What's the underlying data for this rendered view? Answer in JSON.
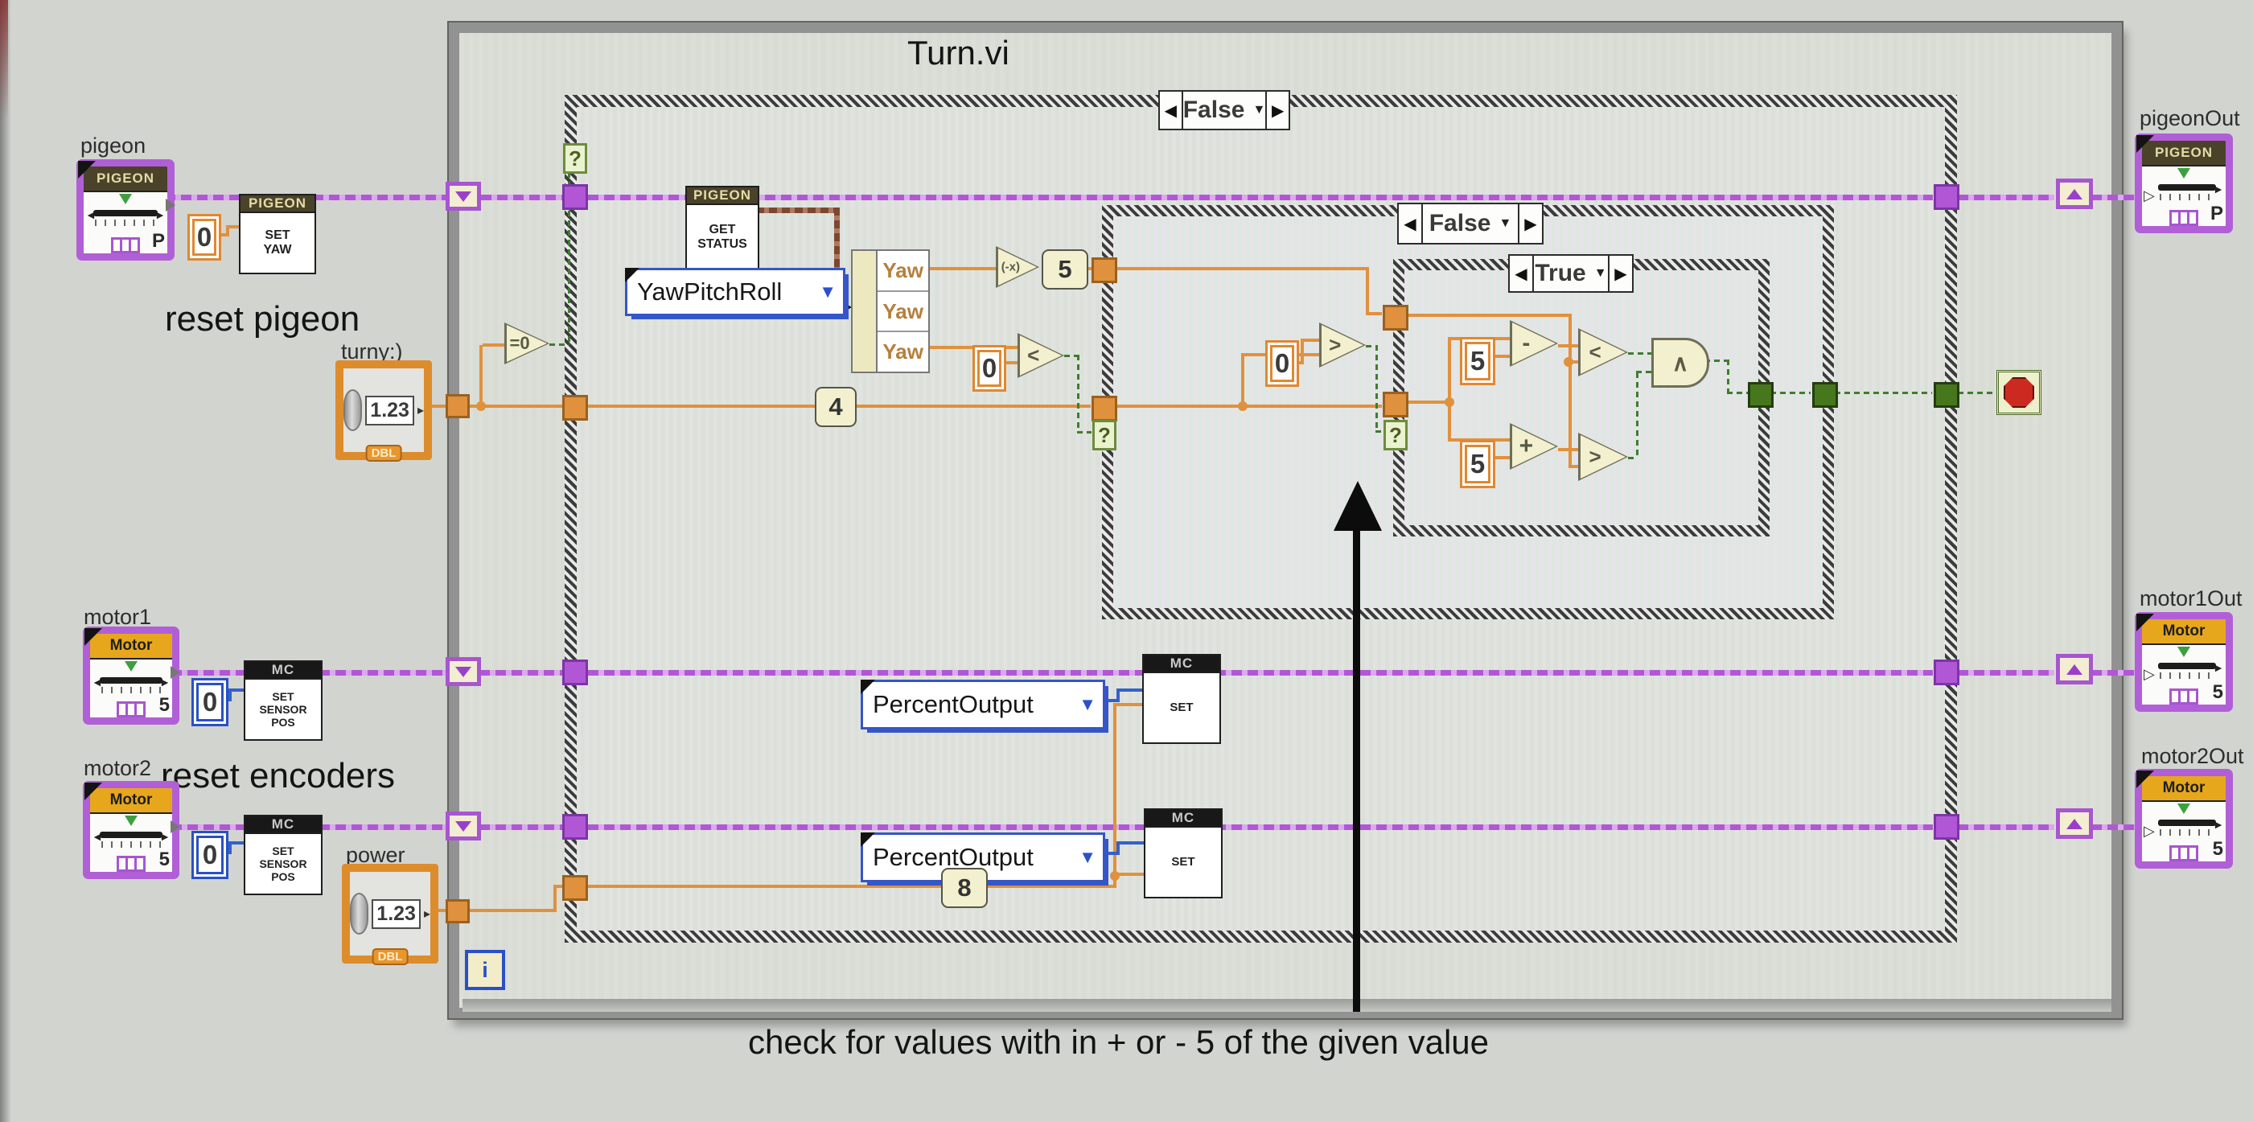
{
  "annotations": {
    "title": "Turn.vi",
    "reset_pigeon": "reset pigeon",
    "reset_encoders": "reset encoders",
    "note": "check for values with in + or - 5 of the given value"
  },
  "loop": {
    "iterator": "i"
  },
  "cases": {
    "outer": "False",
    "middle": "False",
    "inner": "True",
    "selector_glyph": "?"
  },
  "controls": {
    "pigeon": {
      "label": "pigeon",
      "header": "PIGEON",
      "corner": "P"
    },
    "turny": {
      "label": "turny:)",
      "value": "1.23",
      "dtype": "DBL"
    },
    "motor1": {
      "label": "motor1",
      "header": "Motor",
      "corner": "5"
    },
    "motor2": {
      "label": "motor2",
      "header": "Motor",
      "corner": "5"
    },
    "power": {
      "label": "power",
      "value": "1.23",
      "dtype": "DBL"
    }
  },
  "indicators": {
    "pigeonOut": {
      "label": "pigeonOut",
      "header": "PIGEON",
      "corner": "P"
    },
    "motor1Out": {
      "label": "motor1Out",
      "header": "Motor",
      "corner": "5"
    },
    "motor2Out": {
      "label": "motor2Out",
      "header": "Motor",
      "corner": "5"
    }
  },
  "nodes": {
    "set_yaw": {
      "header": "PIGEON",
      "body": "SET\nYAW"
    },
    "get_status": {
      "header": "PIGEON",
      "body": "GET\nSTATUS"
    },
    "ssp1": {
      "header": "MC",
      "body": "SET\nSENSOR\nPOS"
    },
    "ssp2": {
      "header": "MC",
      "body": "SET\nSENSOR\nPOS"
    },
    "set1": {
      "header": "MC",
      "body": "SET"
    },
    "set2": {
      "header": "MC",
      "body": "SET"
    }
  },
  "enums": {
    "yaw_mode": "YawPitchRoll",
    "output_mode_1": "PercentOutput",
    "output_mode_2": "PercentOutput"
  },
  "constants": {
    "pigeon_zero": "0",
    "m1_zero": "0",
    "m2_zero": "0",
    "cmp_zero_1": "0",
    "cmp_zero_2": "0",
    "four": "4",
    "five_neg": "5",
    "eight": "8",
    "five_minus": "5",
    "five_plus": "5"
  },
  "operators": {
    "eq_zero": "=0",
    "negate": "(-x)",
    "less1": "<",
    "greater2": ">",
    "subtract": "-",
    "add": "+",
    "less3": "<",
    "greater3": ">",
    "and": "∧"
  },
  "unbundle": {
    "fields": [
      "Yaw",
      "Yaw",
      "Yaw"
    ]
  },
  "colors": {
    "wire_purple": "#b157d6",
    "wire_orange": "#e0913d",
    "wire_blue": "#3461c9",
    "wire_green": "#3f7d2e",
    "wire_brown": "#7d4632",
    "stop_red": "#cc2a20"
  }
}
